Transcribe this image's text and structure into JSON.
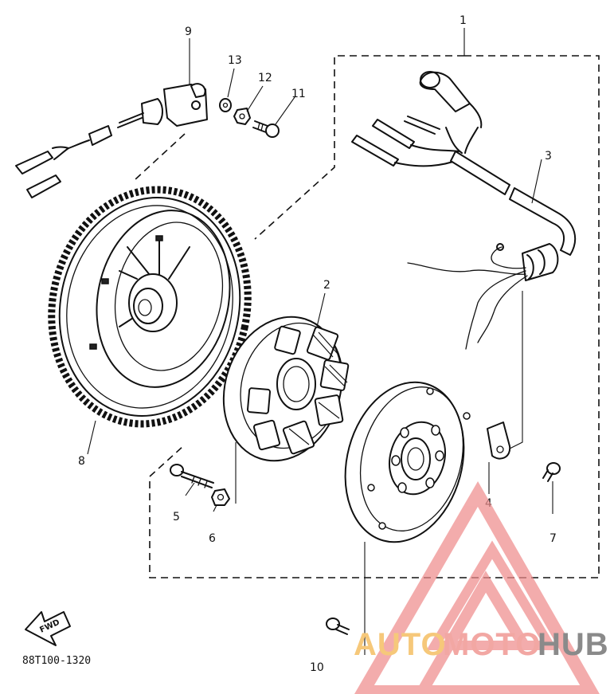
{
  "callouts": {
    "c1": "1",
    "c2": "2",
    "c3": "3",
    "c4": "4",
    "c5": "5",
    "c6": "6",
    "c7": "7",
    "c8": "8",
    "c9": "9",
    "c10": "10",
    "c11": "11",
    "c12": "12",
    "c13": "13"
  },
  "diagram_code": "88T100-1320",
  "fwd_label": "FWD",
  "watermark": {
    "part1": "AUTO",
    "part2": "MOTO",
    "part3": "HUB",
    "color_auto": "#f6c87a",
    "color_moto": "#f2a7a3",
    "color_hub": "#8a8a8a",
    "logo_color": "#ef8d8d"
  }
}
